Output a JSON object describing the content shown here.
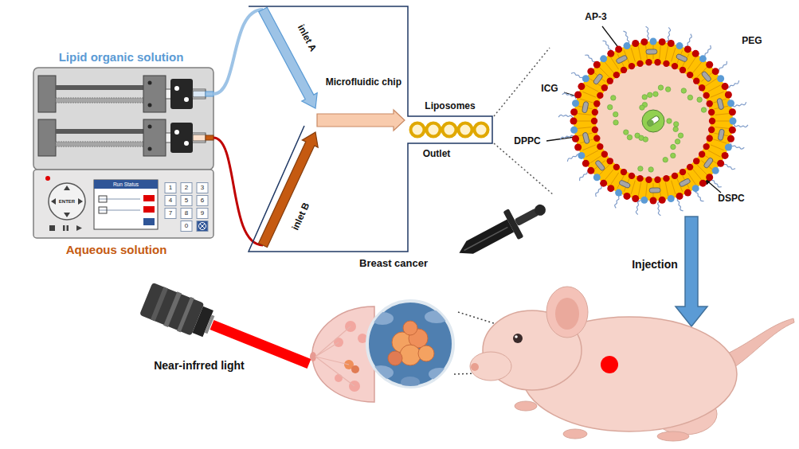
{
  "diagram": {
    "nodes": [
      {
        "text": [
          "inlet A",
          "Microfluidic chip",
          "inlet B"
        ]
      }
    ],
    "labels": [
      "Lipid organic solution",
      "Aqueous solution",
      "Run Status",
      "ENTER",
      "1",
      "2",
      "3",
      "4",
      "5",
      "6",
      "7",
      "8",
      "9",
      "0",
      "Liposomes",
      "Outlet",
      "AP-3",
      "PEG",
      "ICG",
      "DPPC",
      "DSPC",
      "Breast cancer",
      "Injection",
      "Near-infrred light"
    ]
  }
}
